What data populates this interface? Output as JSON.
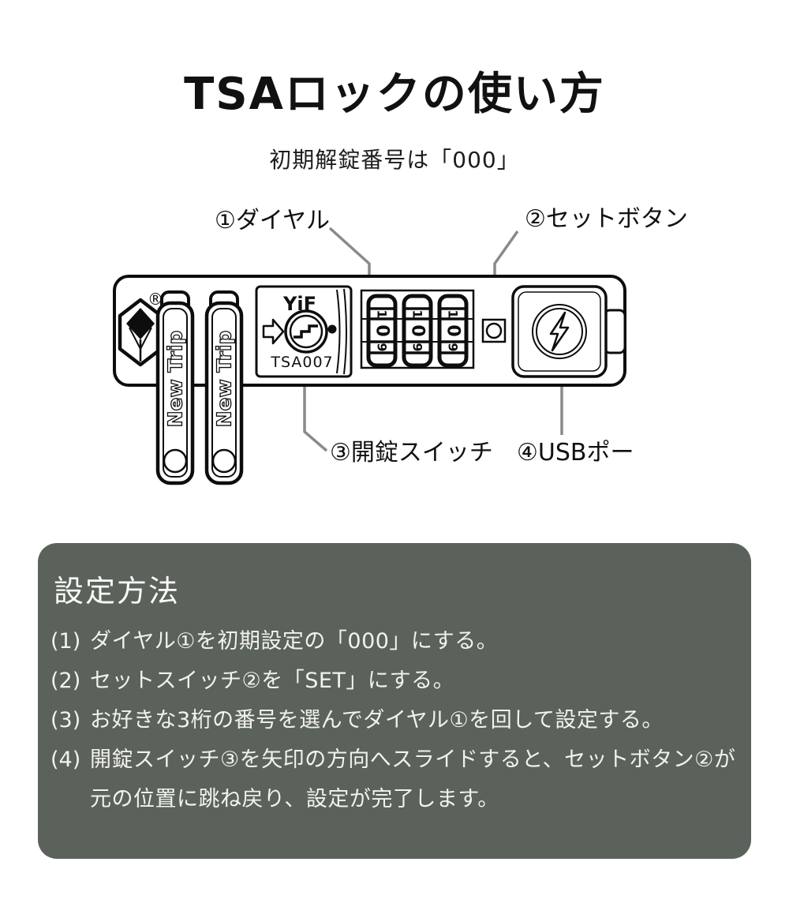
{
  "title": "TSAロックの使い方",
  "subtitle": "初期解錠番号は「000」",
  "diagram": {
    "label_dial": "①ダイヤル",
    "label_set_button": "②セットボタン",
    "label_unlock_switch": "③開錠スイッチ",
    "label_usb_port": "④USBポー",
    "strap_brand": "New Trip",
    "trademark_symbol": "®",
    "lock_brand": "YiF",
    "lock_model": "TSA007",
    "dials": [
      [
        "1",
        "0",
        "9"
      ],
      [
        "1",
        "0",
        "9"
      ],
      [
        "1",
        "0",
        "9"
      ]
    ],
    "leader_color": "#8a8a8a"
  },
  "instructions": {
    "bg_color": "#5b625b",
    "heading": "設定方法",
    "items": [
      {
        "num": "(1)",
        "text": "ダイヤル①を初期設定の「000」にする。"
      },
      {
        "num": "(2)",
        "text": "セットスイッチ②を「SET」にする。"
      },
      {
        "num": "(3)",
        "text": "お好きな3桁の番号を選んでダイヤル①を回して設定する。"
      },
      {
        "num": "(4)",
        "text": "開錠スイッチ③を矢印の方向へスライドすると、セットボタン②が元の位置に跳ね戻り、設定が完了します。"
      }
    ]
  }
}
